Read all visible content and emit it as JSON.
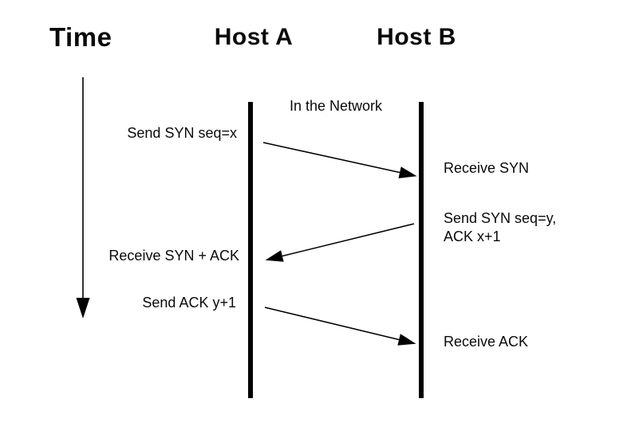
{
  "sequence": {
    "time_axis_label": "Time",
    "hosts": {
      "a": "Host A",
      "b": "Host B"
    },
    "network_label": "In the Network",
    "messages": [
      {
        "from": "Host A",
        "to": "Host B",
        "send_label": "Send SYN seq=x",
        "receive_label": "Receive SYN"
      },
      {
        "from": "Host B",
        "to": "Host A",
        "send_label": "Send SYN seq=y,\nACK x+1",
        "receive_label": "Receive SYN + ACK"
      },
      {
        "from": "Host A",
        "to": "Host B",
        "send_label": "Send ACK y+1",
        "receive_label": "Receive ACK"
      }
    ],
    "colors": {
      "ink": "#000000",
      "background": "#ffffff"
    }
  }
}
